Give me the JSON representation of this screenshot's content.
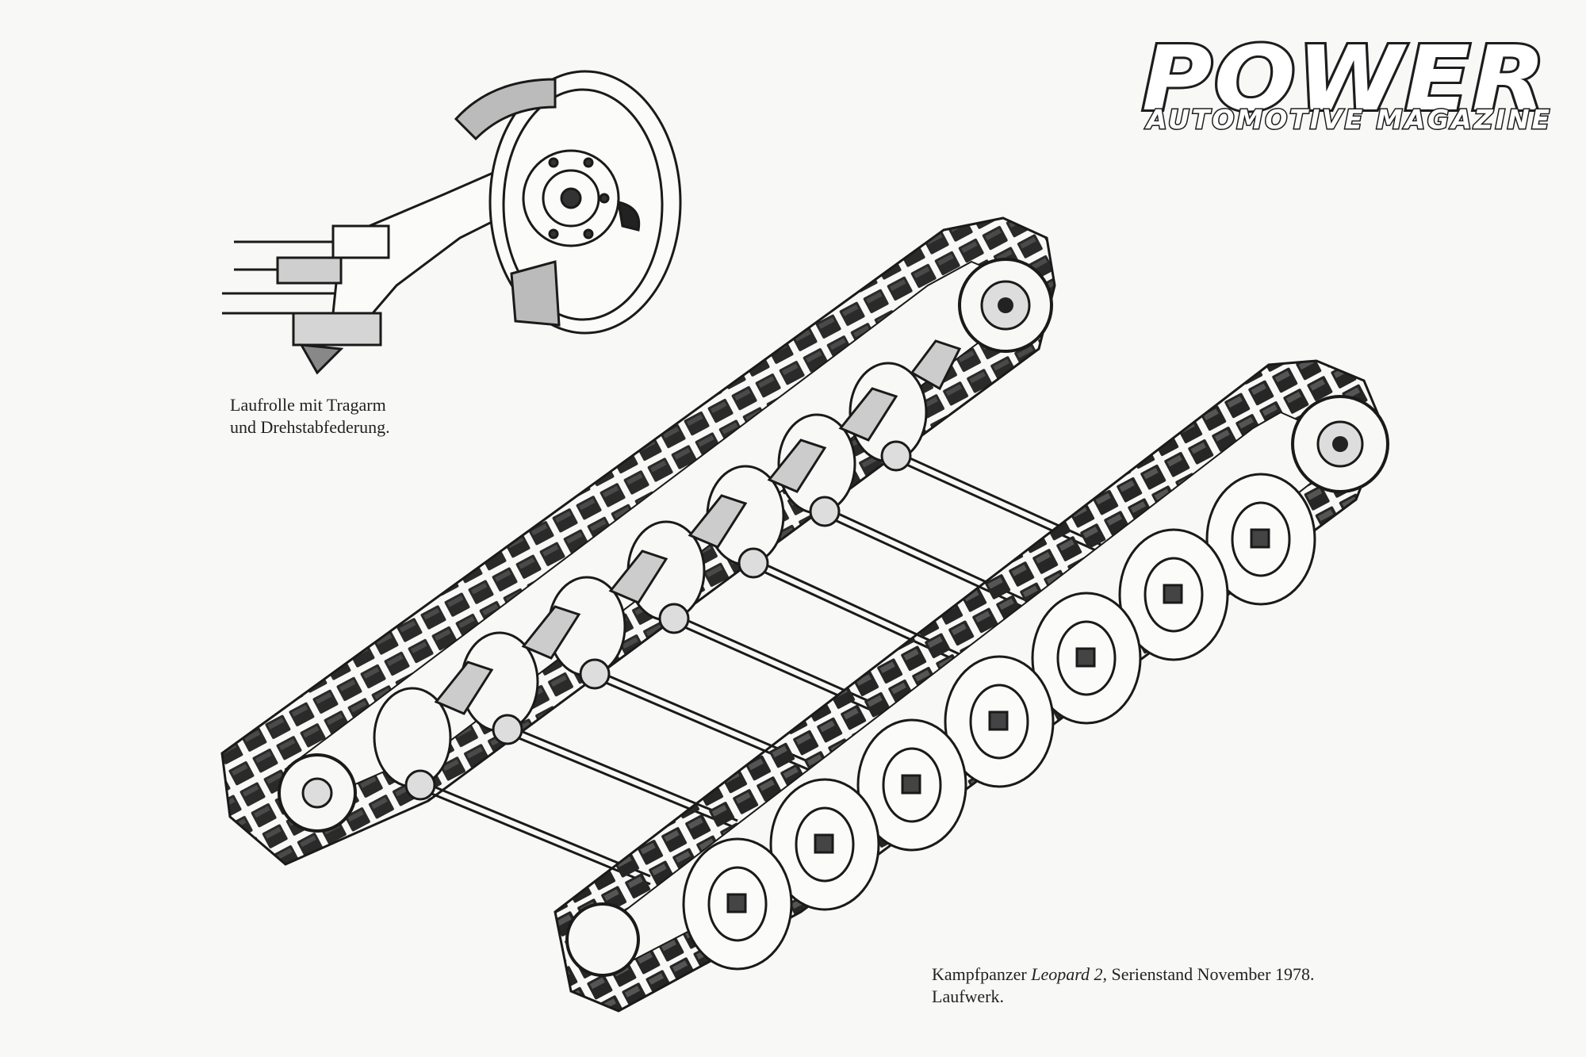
{
  "brand": {
    "title": "POWER",
    "subtitle": "AUTOMOTIVE MAGAZINE"
  },
  "captions": {
    "detail": {
      "line1": "Laufrolle mit Tragarm",
      "line2": "und Drehstabfederung."
    },
    "main": {
      "prefix": "Kampfpanzer ",
      "model": "Leopard 2",
      "suffix": ", Serienstand November 1978.",
      "line2": "Laufwerk."
    }
  },
  "colors": {
    "ink": "#1a1a1a",
    "paper": "#f8f8f6",
    "shoe": "#2b2b2b"
  },
  "icons": {
    "road_wheel_detail": "road-wheel-detail-illustration",
    "track_assembly": "tank-track-running-gear-illustration"
  }
}
